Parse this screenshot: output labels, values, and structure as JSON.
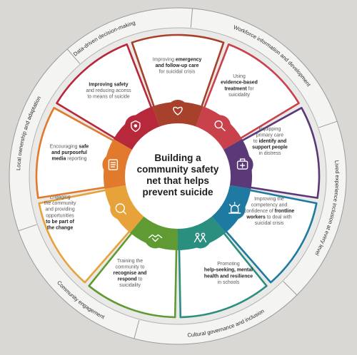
{
  "center_title_lines": [
    "Building a",
    "community safety",
    "net that helps",
    "prevent suicide"
  ],
  "outer_ring": [
    {
      "label": "Data-driven decision-making",
      "icon": "none"
    },
    {
      "label": "Workforce information and development"
    },
    {
      "label": "Lived experience inclusion at every level"
    },
    {
      "label": "Cultural governance and inclusion"
    },
    {
      "label": "Community engagement"
    },
    {
      "label": "Local ownership and adaptation"
    }
  ],
  "segments": [
    {
      "id": "emergency-care",
      "color": "#a8412c",
      "icon": "heart-icon",
      "lines": [
        [
          [
            "Improving ",
            false
          ],
          [
            "emergency",
            true
          ]
        ],
        [
          [
            "and follow-up care",
            true
          ]
        ],
        [
          [
            "for suicidal crisis",
            false
          ]
        ]
      ]
    },
    {
      "id": "evidence-treatment",
      "color": "#c9424b",
      "icon": "magnifier-icon",
      "lines": [
        [
          [
            "Using",
            false
          ]
        ],
        [
          [
            "evidence-based",
            true
          ]
        ],
        [
          [
            "treatment",
            true
          ],
          [
            " for",
            false
          ]
        ],
        [
          [
            "suicidality",
            false
          ]
        ]
      ]
    },
    {
      "id": "primary-care",
      "color": "#5b3978",
      "icon": "medical-bag-icon",
      "lines": [
        [
          [
            "Equipping",
            false
          ]
        ],
        [
          [
            "primary care",
            false
          ]
        ],
        [
          [
            "to ",
            false
          ],
          [
            "identify and",
            true
          ]
        ],
        [
          [
            "support people",
            true
          ]
        ],
        [
          [
            "in distress",
            false
          ]
        ]
      ]
    },
    {
      "id": "frontline-workers",
      "color": "#1f7aa1",
      "icon": "siren-icon",
      "lines": [
        [
          [
            "Improving the",
            false
          ]
        ],
        [
          [
            "competency and",
            false
          ]
        ],
        [
          [
            "confidence of ",
            false
          ],
          [
            "frontline",
            true
          ]
        ],
        [
          [
            "workers",
            true
          ],
          [
            " to deal with",
            false
          ]
        ],
        [
          [
            "suicidal crisis",
            false
          ]
        ]
      ]
    },
    {
      "id": "schools",
      "color": "#2a8f7e",
      "icon": "people-icon",
      "lines": [
        [
          [
            "Promoting",
            false
          ]
        ],
        [
          [
            "help-seeking, mental",
            true
          ]
        ],
        [
          [
            "health and resilience",
            true
          ]
        ],
        [
          [
            "in schools",
            false
          ]
        ]
      ]
    },
    {
      "id": "training",
      "color": "#5f9a33",
      "icon": "handshake-icon",
      "lines": [
        [
          [
            "Training the",
            false
          ]
        ],
        [
          [
            "community to",
            false
          ]
        ],
        [
          [
            "recognise and",
            true
          ]
        ],
        [
          [
            "respond",
            true
          ],
          [
            " to",
            false
          ]
        ],
        [
          [
            "suicidality",
            false
          ]
        ]
      ]
    },
    {
      "id": "engaging",
      "color": "#e7a23a",
      "icon": "chat-icon",
      "lines": [
        [
          [
            "Engaging",
            false
          ]
        ],
        [
          [
            "the community",
            false
          ]
        ],
        [
          [
            "and providing",
            false
          ]
        ],
        [
          [
            "opportunities",
            false
          ]
        ],
        [
          [
            "to be part of",
            true
          ]
        ],
        [
          [
            "the change",
            true
          ]
        ]
      ]
    },
    {
      "id": "media",
      "color": "#e27a2e",
      "icon": "checklist-icon",
      "lines": [
        [
          [
            "Encouraging ",
            false
          ],
          [
            "safe",
            true
          ]
        ],
        [
          [
            "and purposeful",
            true
          ]
        ],
        [
          [
            "media",
            true
          ],
          [
            " reporting",
            false
          ]
        ]
      ]
    },
    {
      "id": "safety",
      "color": "#b8283b",
      "icon": "shield-icon",
      "lines": [
        [
          [
            "Improving safety",
            true
          ]
        ],
        [
          [
            "and reducing access",
            false
          ]
        ],
        [
          [
            "to means of suicide",
            false
          ]
        ]
      ]
    }
  ]
}
